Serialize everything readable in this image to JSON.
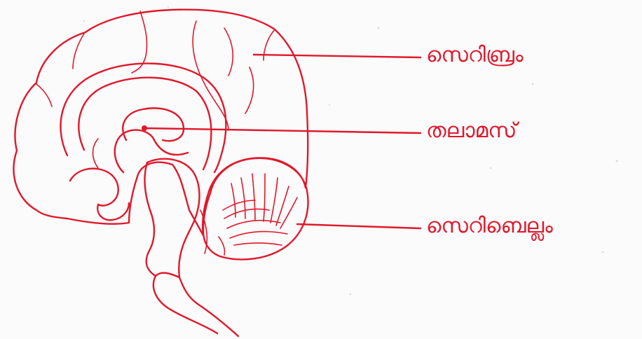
{
  "labels": {
    "cerebrum": "സെറിബ്രം",
    "thalamus": "തലാമസ്",
    "cerebellum": "സെറിബെല്ലം"
  },
  "colors": {
    "ink": "#e0182b",
    "paper": "#fbfbfb"
  }
}
